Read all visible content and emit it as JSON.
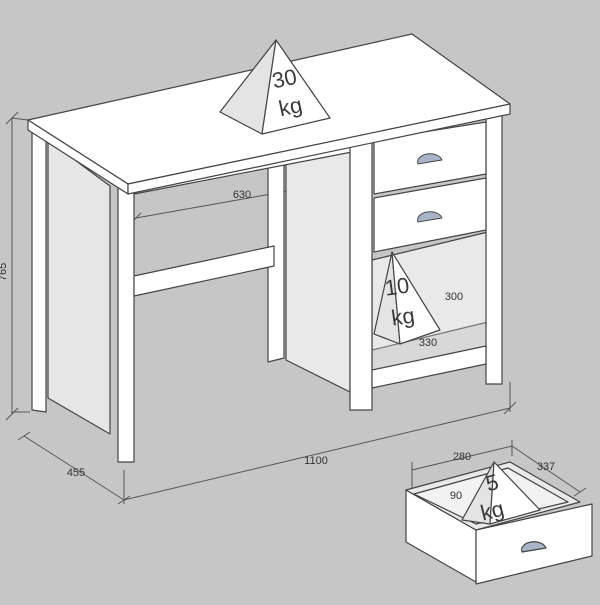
{
  "colors": {
    "background": "#c6c6c6",
    "furniture": "#ffffff",
    "shelf_interior": "#e9e9e9",
    "shadow": "#b9b9b9",
    "outline": "#444444",
    "dimension_line": "#555555",
    "handle": "#aab4c8"
  },
  "dimensions": {
    "width": "1100",
    "depth": "455",
    "height": "765",
    "inner_width": "630",
    "shelf_height": "300",
    "shelf_depth": "330",
    "drawer_width": "280",
    "drawer_depth": "337",
    "drawer_height": "90"
  },
  "loads": {
    "top": {
      "value": "30",
      "unit": "kg"
    },
    "shelf": {
      "value": "10",
      "unit": "kg"
    },
    "drawer": {
      "value": "5",
      "unit": "kg"
    }
  },
  "icons": [
    "pyramid-weight-icon",
    "drawer-handle-icon"
  ]
}
